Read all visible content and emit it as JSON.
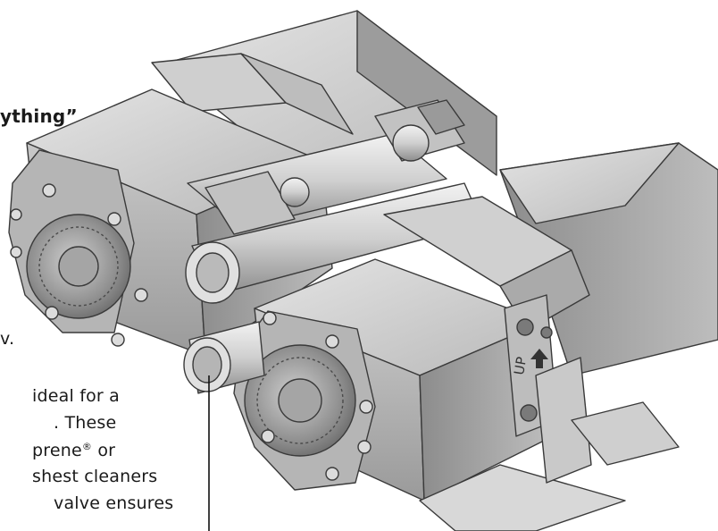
{
  "headline_fragment": "ything”",
  "text_fragments": {
    "line_a": "v.",
    "line_b": "ideal for a",
    "line_c": ". These",
    "line_d_prefix": "prene",
    "line_d_mark": "®",
    "line_d_suffix": " or",
    "line_e": "shest cleaners",
    "line_f": "valve ensures"
  },
  "pump_labels": {
    "up_marking": "UP"
  },
  "colors": {
    "body_light": "#d4d4d4",
    "body_mid": "#a9a9a9",
    "body_dark": "#6e6e6e",
    "outline": "#3a3a3a",
    "text": "#1a1a1a"
  },
  "icons": [
    "pump-illustration-icon",
    "callout-line",
    "diaphragm-grille-icon",
    "arrow-up-icon"
  ]
}
